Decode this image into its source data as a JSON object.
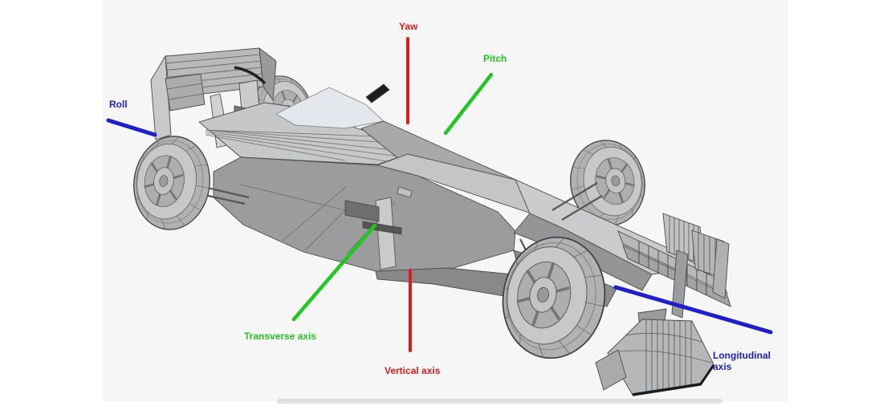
{
  "diagram": {
    "annotations": {
      "yaw": {
        "label": "Yaw",
        "color": "#dc1d1d"
      },
      "pitch": {
        "label": "Pitch",
        "color": "#1fc81f"
      },
      "roll": {
        "label": "Roll",
        "color": "#1e1ecb"
      },
      "transverse": {
        "label": "Transverse axis",
        "color": "#1fc81f"
      },
      "vertical": {
        "label": "Vertical axis",
        "color": "#dc1d1d"
      },
      "longitudinal": {
        "label": "Longitudinal axis",
        "color": "#1e1ecb"
      }
    }
  }
}
